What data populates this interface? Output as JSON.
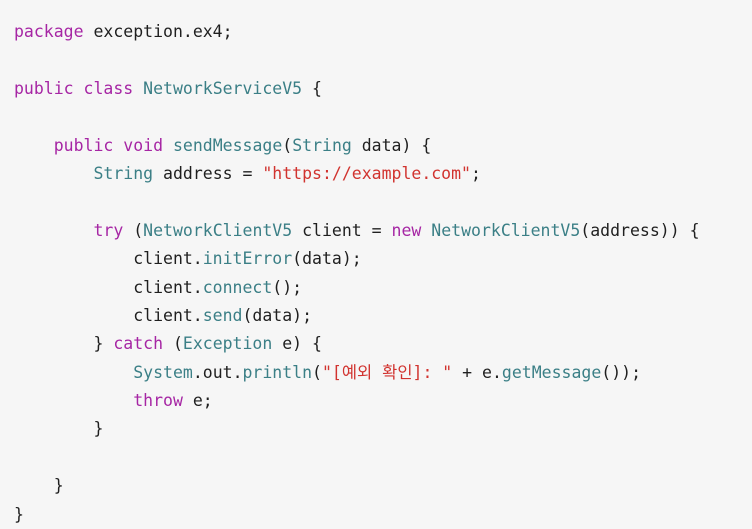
{
  "editor": {
    "background": "#f6f6f6",
    "colors": {
      "keyword": "#a626a4",
      "type": "#3b7f86",
      "method": "#3b7f86",
      "string": "#d1332f",
      "plain": "#1f1f1f"
    },
    "lines": [
      {
        "tokens": [
          {
            "t": "package",
            "c": "kw"
          },
          {
            "t": " exception.ex4;",
            "c": "plain"
          }
        ]
      },
      {
        "tokens": []
      },
      {
        "tokens": [
          {
            "t": "public",
            "c": "kw"
          },
          {
            "t": " ",
            "c": "plain"
          },
          {
            "t": "class",
            "c": "kw"
          },
          {
            "t": " ",
            "c": "plain"
          },
          {
            "t": "NetworkServiceV5",
            "c": "type"
          },
          {
            "t": " {",
            "c": "plain"
          }
        ]
      },
      {
        "tokens": []
      },
      {
        "tokens": [
          {
            "t": "    ",
            "c": "plain"
          },
          {
            "t": "public",
            "c": "kw"
          },
          {
            "t": " ",
            "c": "plain"
          },
          {
            "t": "void",
            "c": "kw"
          },
          {
            "t": " ",
            "c": "plain"
          },
          {
            "t": "sendMessage",
            "c": "fn"
          },
          {
            "t": "(",
            "c": "plain"
          },
          {
            "t": "String",
            "c": "type"
          },
          {
            "t": " data) {",
            "c": "plain"
          }
        ]
      },
      {
        "tokens": [
          {
            "t": "        ",
            "c": "plain"
          },
          {
            "t": "String",
            "c": "type"
          },
          {
            "t": " address = ",
            "c": "plain"
          },
          {
            "t": "\"https://example.com\"",
            "c": "str"
          },
          {
            "t": ";",
            "c": "plain"
          }
        ]
      },
      {
        "tokens": []
      },
      {
        "tokens": [
          {
            "t": "        ",
            "c": "plain"
          },
          {
            "t": "try",
            "c": "kw"
          },
          {
            "t": " (",
            "c": "plain"
          },
          {
            "t": "NetworkClientV5",
            "c": "type"
          },
          {
            "t": " client = ",
            "c": "plain"
          },
          {
            "t": "new",
            "c": "kw"
          },
          {
            "t": " ",
            "c": "plain"
          },
          {
            "t": "NetworkClientV5",
            "c": "type"
          },
          {
            "t": "(address)) {",
            "c": "plain"
          }
        ]
      },
      {
        "tokens": [
          {
            "t": "            client.",
            "c": "plain"
          },
          {
            "t": "initError",
            "c": "fn"
          },
          {
            "t": "(data);",
            "c": "plain"
          }
        ]
      },
      {
        "tokens": [
          {
            "t": "            client.",
            "c": "plain"
          },
          {
            "t": "connect",
            "c": "fn"
          },
          {
            "t": "();",
            "c": "plain"
          }
        ]
      },
      {
        "tokens": [
          {
            "t": "            client.",
            "c": "plain"
          },
          {
            "t": "send",
            "c": "fn"
          },
          {
            "t": "(data);",
            "c": "plain"
          }
        ]
      },
      {
        "tokens": [
          {
            "t": "        } ",
            "c": "plain"
          },
          {
            "t": "catch",
            "c": "kw"
          },
          {
            "t": " (",
            "c": "plain"
          },
          {
            "t": "Exception",
            "c": "type"
          },
          {
            "t": " e) {",
            "c": "plain"
          }
        ]
      },
      {
        "tokens": [
          {
            "t": "            ",
            "c": "plain"
          },
          {
            "t": "System",
            "c": "type"
          },
          {
            "t": ".out.",
            "c": "plain"
          },
          {
            "t": "println",
            "c": "fn"
          },
          {
            "t": "(",
            "c": "plain"
          },
          {
            "t": "\"[예외 확인]: \"",
            "c": "str"
          },
          {
            "t": " + e.",
            "c": "plain"
          },
          {
            "t": "getMessage",
            "c": "fn"
          },
          {
            "t": "());",
            "c": "plain"
          }
        ]
      },
      {
        "tokens": [
          {
            "t": "            ",
            "c": "plain"
          },
          {
            "t": "throw",
            "c": "kw"
          },
          {
            "t": " e;",
            "c": "plain"
          }
        ]
      },
      {
        "tokens": [
          {
            "t": "        }",
            "c": "plain"
          }
        ]
      },
      {
        "tokens": []
      },
      {
        "tokens": [
          {
            "t": "    }",
            "c": "plain"
          }
        ]
      },
      {
        "tokens": [
          {
            "t": "}",
            "c": "plain"
          }
        ]
      }
    ]
  }
}
